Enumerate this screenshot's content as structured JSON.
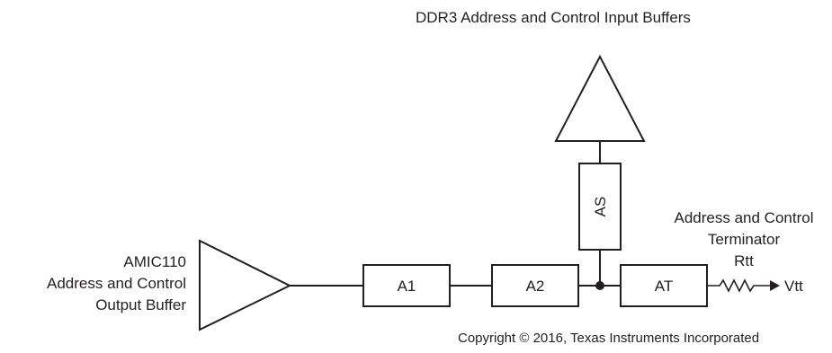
{
  "diagram": {
    "title": "DDR3 Address and Control Input Buffers",
    "source_label": [
      "AMIC110",
      "Address and Control",
      "Output Buffer"
    ],
    "terminator_label": [
      "Address and Control",
      "Terminator",
      "Rtt"
    ],
    "segments": {
      "a1": "A1",
      "a2": "A2",
      "at": "AT",
      "as": "AS"
    },
    "vtt_label": "Vtt",
    "copyright": "Copyright © 2016, Texas Instruments Incorporated"
  }
}
